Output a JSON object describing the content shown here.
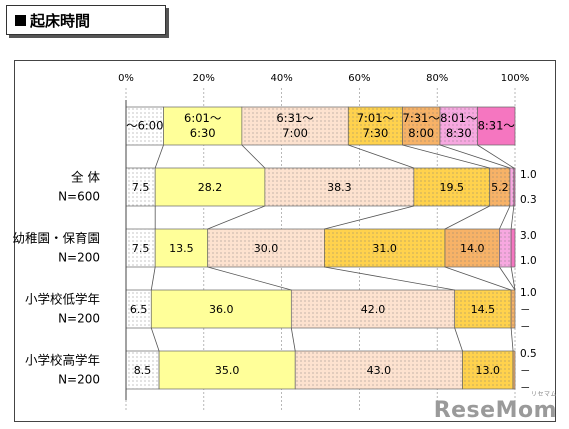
{
  "header": {
    "title": "起床時間"
  },
  "watermark": {
    "text": "ReseMom",
    "sub": "リセマム"
  },
  "chart_data": {
    "type": "bar",
    "orientation": "horizontal-stacked-100",
    "x_ticks": [
      "0%",
      "20%",
      "40%",
      "60%",
      "80%",
      "100%"
    ],
    "xlim": [
      0,
      100
    ],
    "categories": [
      {
        "name": "全 体",
        "n": "N=600"
      },
      {
        "name": "幼稚園・保育園",
        "n": "N=200"
      },
      {
        "name": "小学校低学年",
        "n": "N=200"
      },
      {
        "name": "小学校高学年",
        "n": "N=200"
      }
    ],
    "series": [
      {
        "name": "～6:00",
        "label_lines": [
          "～6:00"
        ],
        "color": "#ffffff",
        "pattern": "dots",
        "values": [
          7.5,
          7.5,
          6.5,
          8.5
        ],
        "labels": [
          "7.5",
          "7.5",
          "6.5",
          "8.5"
        ]
      },
      {
        "name": "6:01～6:30",
        "label_lines": [
          "6:01～",
          "6:30"
        ],
        "color": "#ffff99",
        "pattern": "none",
        "values": [
          28.2,
          13.5,
          36.0,
          35.0
        ],
        "labels": [
          "28.2",
          "13.5",
          "36.0",
          "35.0"
        ]
      },
      {
        "name": "6:31～7:00",
        "label_lines": [
          "6:31～",
          "7:00"
        ],
        "color": "#fde2cf",
        "pattern": "dots",
        "values": [
          38.3,
          30.0,
          42.0,
          43.0
        ],
        "labels": [
          "38.3",
          "30.0",
          "42.0",
          "43.0"
        ]
      },
      {
        "name": "7:01～7:30",
        "label_lines": [
          "7:01～",
          "7:30"
        ],
        "color": "#ffd24d",
        "pattern": "dots",
        "values": [
          19.5,
          31.0,
          14.5,
          13.0
        ],
        "labels": [
          "19.5",
          "31.0",
          "14.5",
          "13.0"
        ]
      },
      {
        "name": "7:31～8:00",
        "label_lines": [
          "7:31～",
          "8:00"
        ],
        "color": "#f7b267",
        "pattern": "dots",
        "values": [
          5.2,
          14.0,
          1.0,
          0.5
        ],
        "labels": [
          "5.2",
          "14.0",
          "",
          ""
        ]
      },
      {
        "name": "8:01～8:30",
        "label_lines": [
          "8:01～",
          "8:30"
        ],
        "color": "#f7a8e0",
        "pattern": "dots",
        "values": [
          1.0,
          3.0,
          0,
          0
        ],
        "labels": [
          "",
          "",
          "",
          ""
        ]
      },
      {
        "name": "8:31～",
        "label_lines": [
          "8:31～"
        ],
        "color": "#f576c0",
        "pattern": "none",
        "values": [
          0.3,
          1.0,
          0,
          0
        ],
        "labels": [
          "",
          "",
          "",
          ""
        ]
      }
    ],
    "right_labels": [
      [
        "1.0",
        "0.3"
      ],
      [
        "3.0",
        "1.0"
      ],
      [
        "1.0",
        "－",
        "－"
      ],
      [
        "0.5",
        "－",
        "－"
      ]
    ]
  }
}
